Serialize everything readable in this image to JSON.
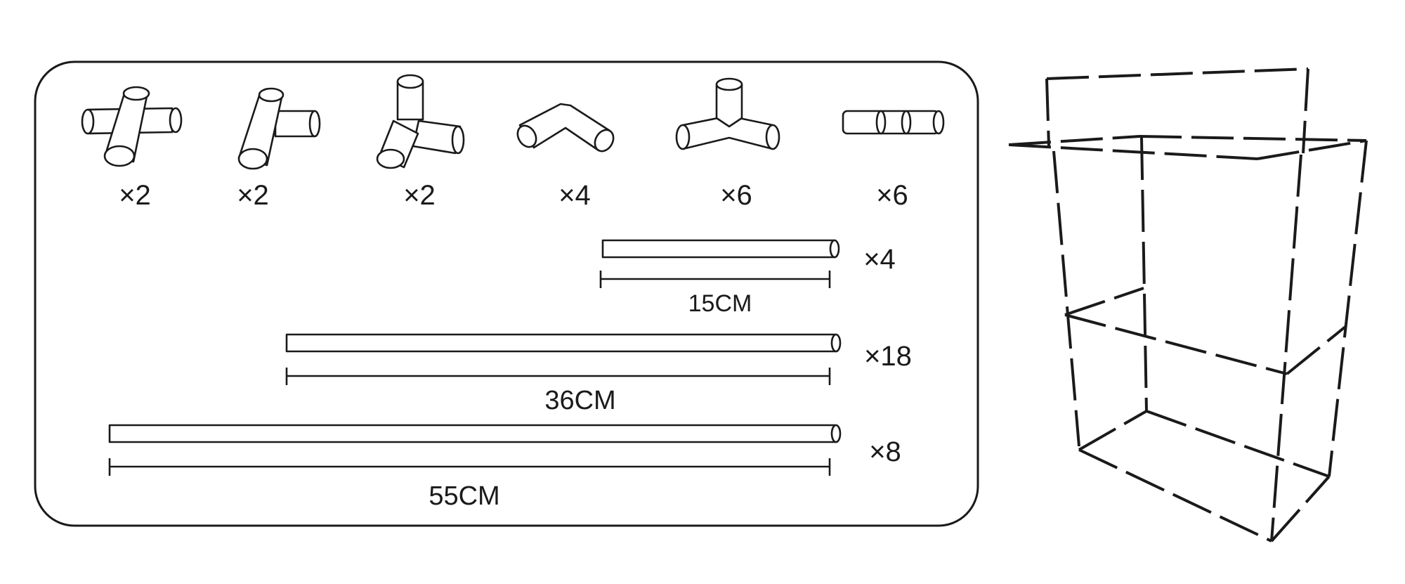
{
  "connectors": [
    {
      "name": "5-way-cross-connector",
      "quantity": "×2"
    },
    {
      "name": "4-way-connector",
      "quantity": "×2"
    },
    {
      "name": "3d-corner-connector",
      "quantity": "×2"
    },
    {
      "name": "elbow-connector",
      "quantity": "×4"
    },
    {
      "name": "3-way-t-connector",
      "quantity": "×6"
    },
    {
      "name": "straight-coupler",
      "quantity": "×6"
    }
  ],
  "pipes": [
    {
      "length": "15CM",
      "quantity": "×4"
    },
    {
      "length": "36CM",
      "quantity": "×18"
    },
    {
      "length": "55CM",
      "quantity": "×8"
    }
  ],
  "assembly": {
    "style": "dashed-frame",
    "shelves": 2
  }
}
